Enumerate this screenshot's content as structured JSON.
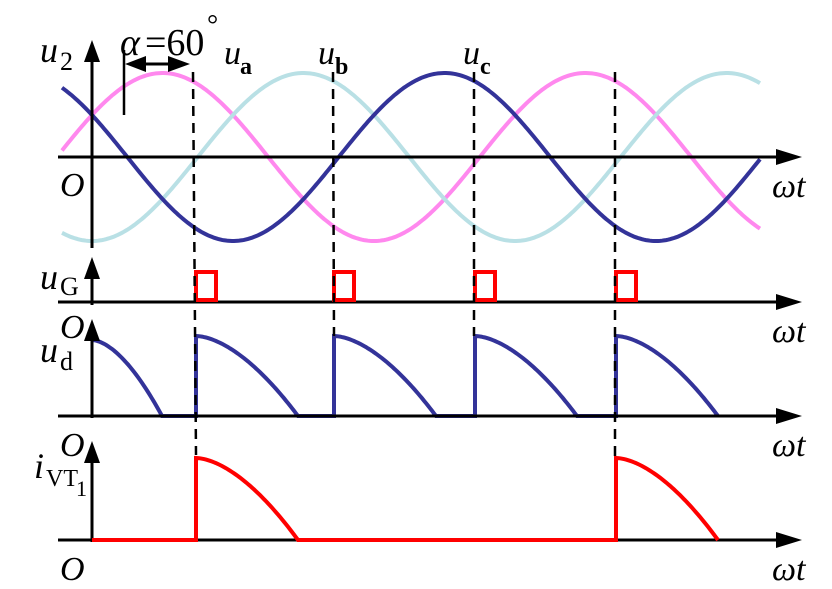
{
  "annotation": {
    "alpha_symbol": "α",
    "alpha_value": "=60",
    "degree": "°"
  },
  "waves": {
    "ua": {
      "base": "u",
      "sub": "a",
      "color": "#b9e0e5"
    },
    "ub": {
      "base": "u",
      "sub": "b",
      "color": "#333399"
    },
    "uc": {
      "base": "u",
      "sub": "c",
      "color": "#ff88ee"
    }
  },
  "panels": {
    "u2": {
      "base": "u",
      "sub": "2"
    },
    "uG": {
      "base": "u",
      "sub": "G"
    },
    "ud": {
      "base": "u",
      "sub": "d"
    },
    "ivt": {
      "base": "i",
      "sub": "VT",
      "subsub": "1"
    }
  },
  "axis": {
    "origin": "O",
    "wt_omega": "ω",
    "wt_t": "t"
  },
  "colors": {
    "pulse": "#ff0000",
    "output": "#333399",
    "current": "#ff0000",
    "axis": "#000000"
  }
}
